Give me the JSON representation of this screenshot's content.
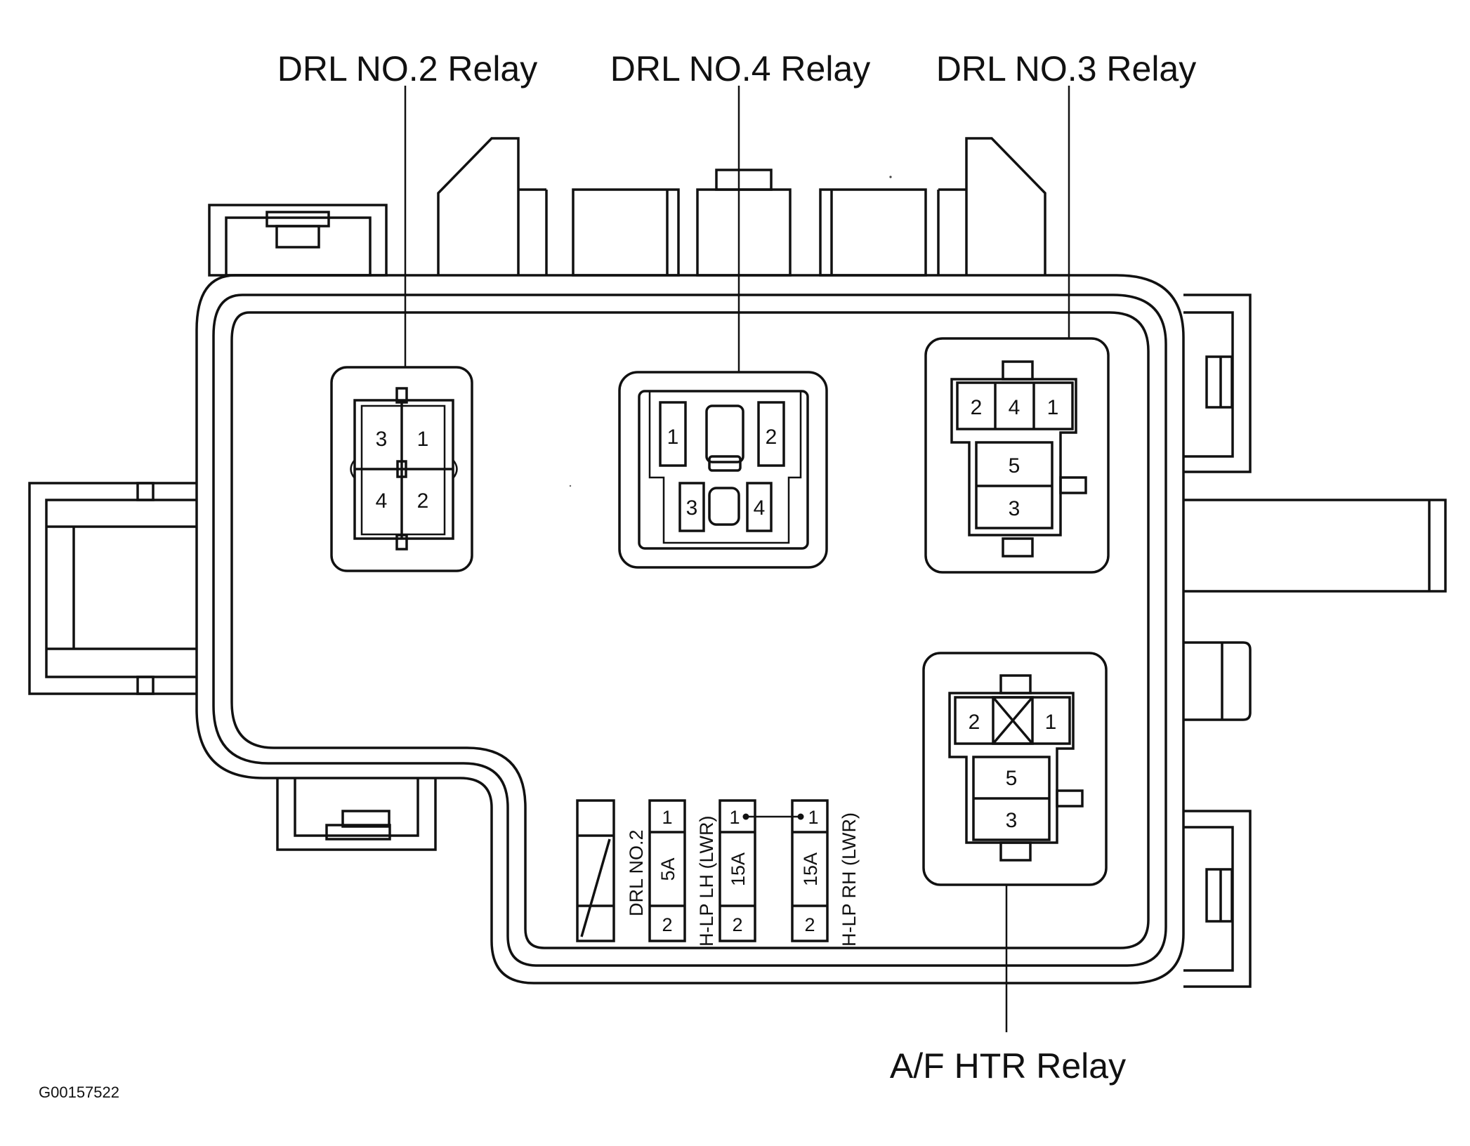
{
  "labels": {
    "drl_no2": "DRL NO.2 Relay",
    "drl_no4": "DRL NO.4 Relay",
    "drl_no3": "DRL NO.3 Relay",
    "af_htr": "A/F HTR Relay"
  },
  "figure_code": "G00157522",
  "relays": {
    "drl_no2": {
      "pins": [
        "3",
        "1",
        "4",
        "2"
      ]
    },
    "drl_no4": {
      "pins": [
        "1",
        "2",
        "3",
        "4"
      ]
    },
    "drl_no3": {
      "pins": [
        "2",
        "4",
        "1",
        "5",
        "3"
      ]
    },
    "af_htr": {
      "pins": [
        "2",
        "1",
        "5",
        "3"
      ]
    }
  },
  "fuses": [
    {
      "name": "DRL NO.2",
      "rating": "5A",
      "pin_top": "1",
      "pin_bottom": "2"
    },
    {
      "name": "H-LP LH (LWR)",
      "rating": "15A",
      "pin_top": "1",
      "pin_bottom": "2"
    },
    {
      "name": "H-LP RH (LWR)",
      "rating": "15A",
      "pin_top": "1",
      "pin_bottom": "2"
    }
  ]
}
